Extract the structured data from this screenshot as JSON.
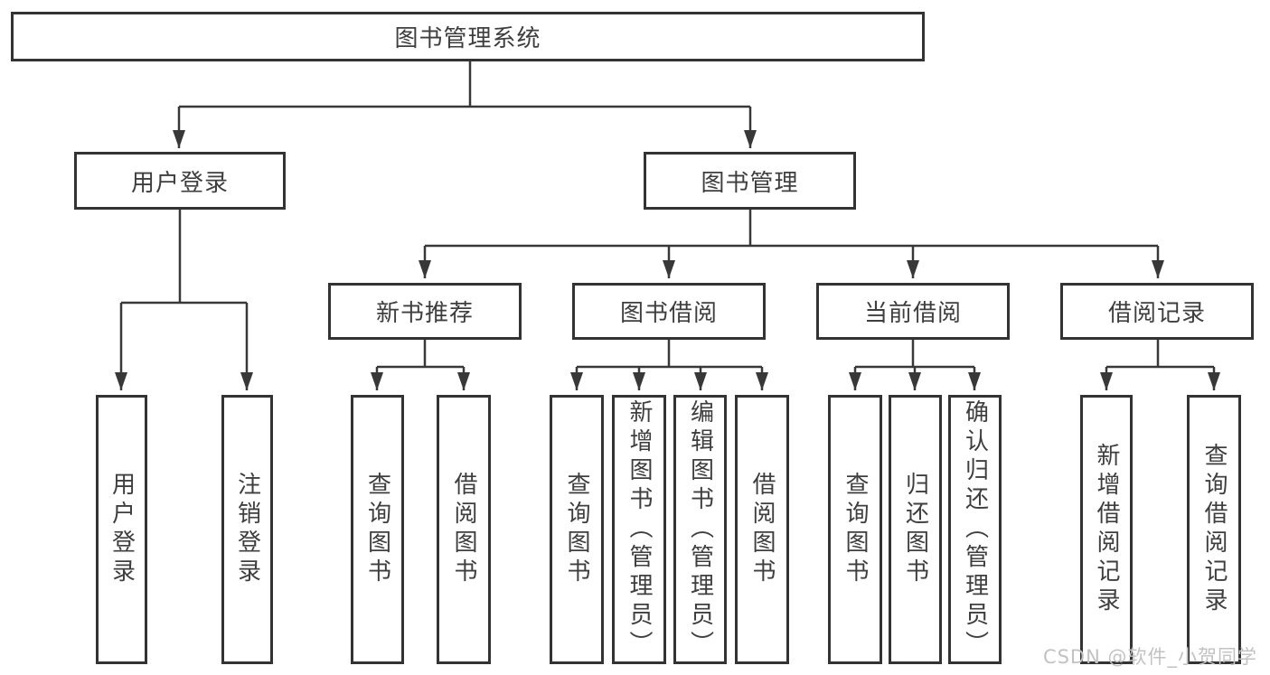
{
  "diagram": {
    "title": "图书管理系统",
    "nodes": {
      "root": "图书管理系统",
      "user_login": "用户登录",
      "book_management": "图书管理",
      "new_book_recommend": "新书推荐",
      "book_borrowing": "图书借阅",
      "current_borrowing": "当前借阅",
      "borrowing_records": "借阅记录",
      "login": "用户登录",
      "logout": "注销登录",
      "nb_query_books": "查询图书",
      "nb_borrow_books": "借阅图书",
      "bb_query_books": "查询图书",
      "bb_add_books_admin": "新增图书（管理员）",
      "bb_edit_books_admin": "编辑图书（管理员）",
      "bb_borrow_books": "借阅图书",
      "cb_query_books": "查询图书",
      "cb_return_books": "归还图书",
      "cb_confirm_return_admin": "确认归还（管理员）",
      "br_add_record": "新增借阅记录",
      "br_query_record": "查询借阅记录"
    },
    "colors": {
      "line": "#383838",
      "box_border": "#333333",
      "text": "#3e3e3e",
      "watermark": "#c2c2c2",
      "background": "#ffffff"
    }
  },
  "watermark": "CSDN @软件_小贺同学"
}
